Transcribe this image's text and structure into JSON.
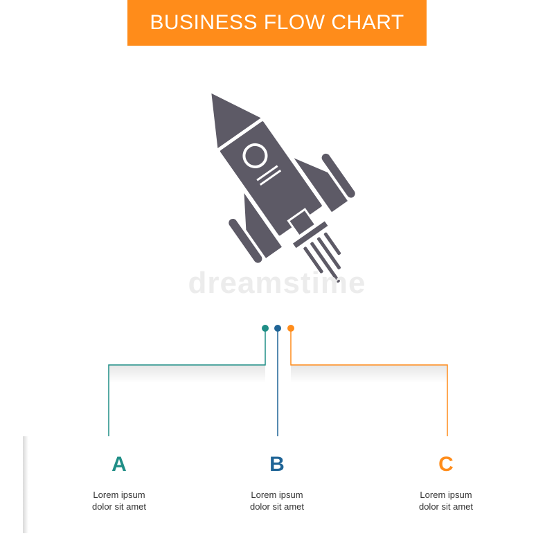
{
  "header": {
    "title": "BUSINESS FLOW CHART"
  },
  "watermark": "dreamstime",
  "icon": "rocket-icon",
  "colors": {
    "banner": "#ff8c1a",
    "a": "#1f8e86",
    "b": "#1f6496",
    "c": "#ff8c1a",
    "rocket": "#5d5a66"
  },
  "cards": [
    {
      "letter": "A",
      "line1": "Lorem ipsum",
      "line2": "dolor sit amet"
    },
    {
      "letter": "B",
      "line1": "Lorem ipsum",
      "line2": "dolor sit amet"
    },
    {
      "letter": "C",
      "line1": "Lorem ipsum",
      "line2": "dolor sit amet"
    }
  ]
}
